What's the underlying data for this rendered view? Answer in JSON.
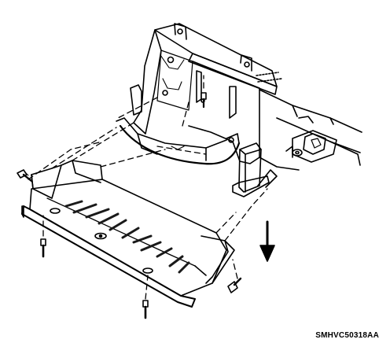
{
  "figure": {
    "reference_code": "SMHVC50318AA",
    "colors": {
      "ink": "#000000",
      "paper": "#ffffff",
      "shade": "#3a3a3a"
    },
    "parts": [
      "upper-frame-bracket",
      "crossmember",
      "engine-mount",
      "lower-skid-plate",
      "mounting-bolt",
      "direction-arrow"
    ]
  }
}
